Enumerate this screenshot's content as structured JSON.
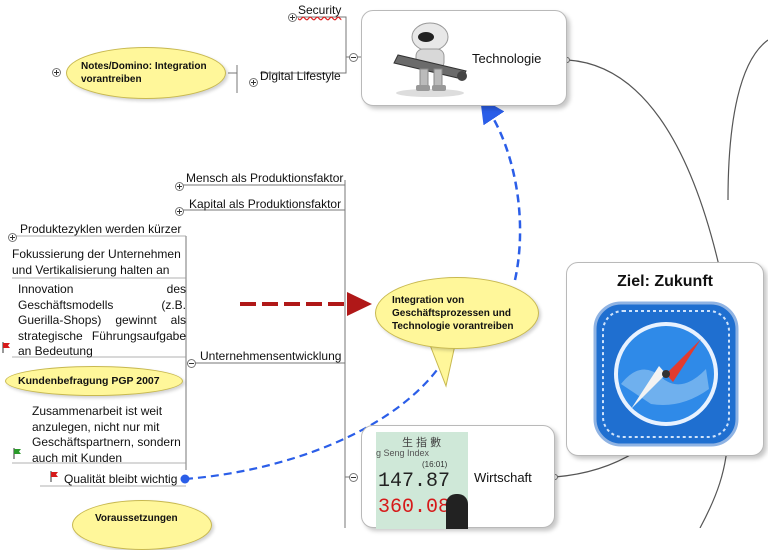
{
  "colors": {
    "callout_fill": "#fff79a",
    "connector": "#555555",
    "dashed_blue": "#2b5ee8",
    "dashed_red": "#b01818",
    "flag_red": "#d61a1a",
    "flag_green": "#2a9a2a"
  },
  "technologie": {
    "label": "Technologie",
    "icon": "robot-icon",
    "branches": [
      "Security",
      "Digital Lifestyle"
    ],
    "note": "Notes/Domino: Integration vorantreiben"
  },
  "ziel": {
    "title": "Ziel: Zukunft",
    "icon": "compass-icon"
  },
  "integration": {
    "text": "Integration von Geschäftsprozessen und Technologie vorantreiben"
  },
  "wirtschaft": {
    "label": "Wirtschaft",
    "image": {
      "chars": "生 指 數",
      "index_label": "g Seng Index",
      "time": "(16:01)",
      "value1": "147.87",
      "value2": "360.08"
    }
  },
  "left_branches": {
    "mensch": "Mensch als Produktionsfaktor",
    "kapital": "Kapital als Produktionsfaktor",
    "produktzyklen": "Produktezyklen werden kürzer",
    "fokussierung": "Fokussierung der Unternehmen und Vertikalisierung halten an",
    "innovation": "Innovation des Geschäftsmodells (z.B. Guerilla-Shops) gewinnt als strategische Führungsaufgabe an Bedeutung",
    "unternehmensentwicklung": "Unternehmensentwicklung",
    "kundenbefragung": "Kundenbefragung PGP 2007",
    "zusammenarbeit": "Zusammenarbeit ist weit anzulegen, nicht nur mit Geschäftspartnern, sondern auch mit Kunden",
    "qualitaet": "Qualität bleibt wichtig",
    "voraussetzungen": "Voraussetzungen"
  }
}
